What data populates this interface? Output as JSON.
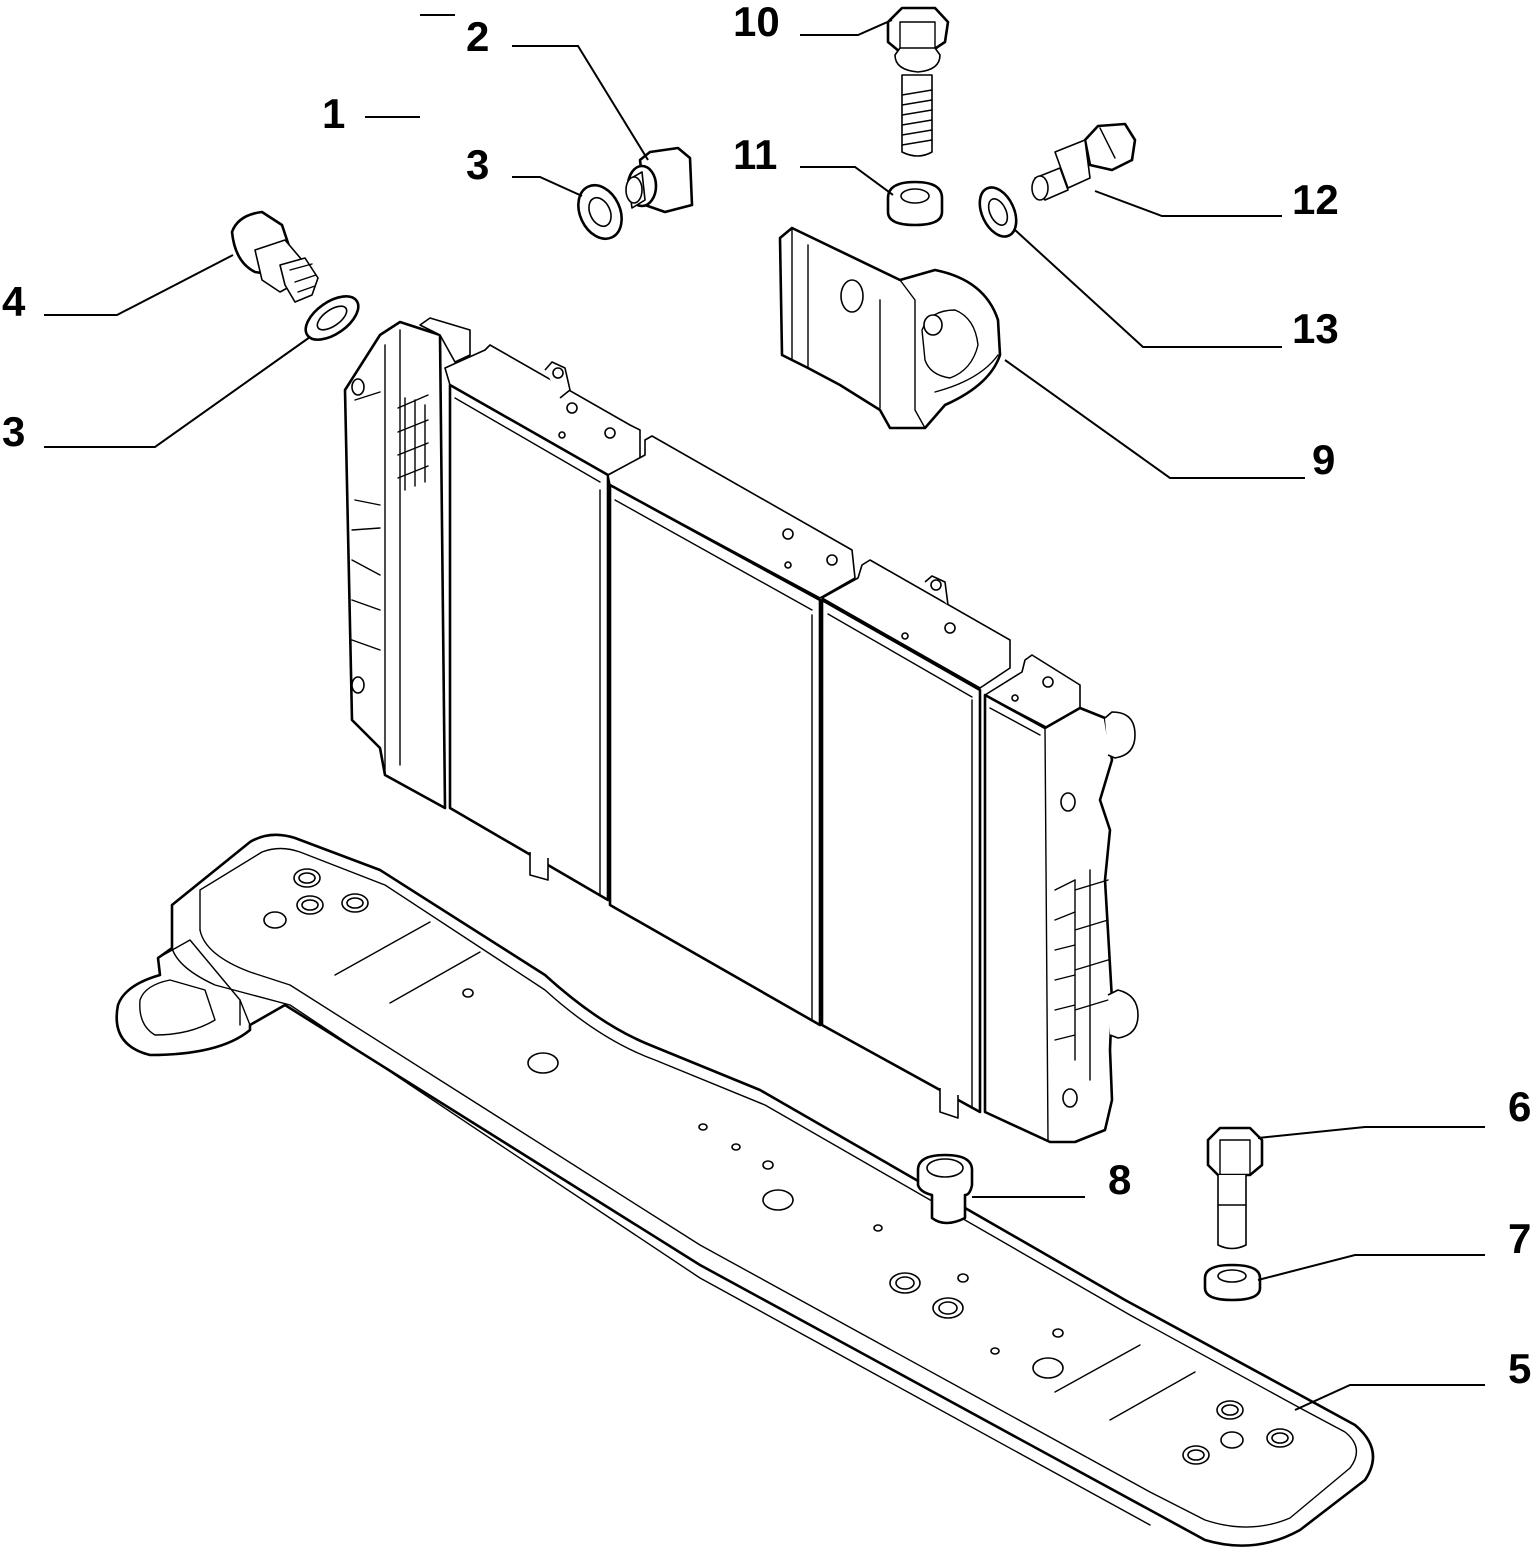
{
  "callouts": [
    {
      "id": "1",
      "label": "1"
    },
    {
      "id": "2",
      "label": "2"
    },
    {
      "id": "3a",
      "label": "3"
    },
    {
      "id": "3b",
      "label": "3"
    },
    {
      "id": "4",
      "label": "4"
    },
    {
      "id": "5",
      "label": "5"
    },
    {
      "id": "6",
      "label": "6"
    },
    {
      "id": "7",
      "label": "7"
    },
    {
      "id": "8",
      "label": "8"
    },
    {
      "id": "9",
      "label": "9"
    },
    {
      "id": "10",
      "label": "10"
    },
    {
      "id": "11",
      "label": "11"
    },
    {
      "id": "12",
      "label": "12"
    },
    {
      "id": "13",
      "label": "13"
    }
  ]
}
